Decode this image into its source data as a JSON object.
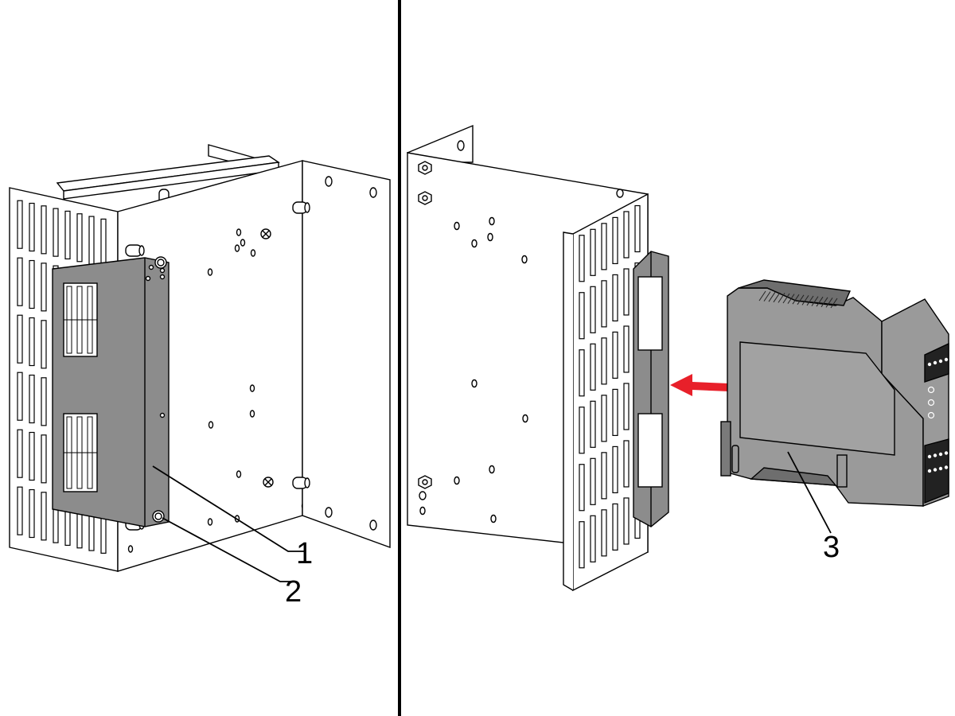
{
  "figure": {
    "panels": [
      "left-assembled-view",
      "right-mounting-view"
    ],
    "callouts": [
      {
        "id": "1",
        "label": "1"
      },
      {
        "id": "2",
        "label": "2"
      },
      {
        "id": "3",
        "label": "3"
      }
    ],
    "colors": {
      "outline": "#000000",
      "sheet_metal": "#ffffff",
      "bracket_gray": "#8c8c8c",
      "module_gray": "#9a9a9a",
      "module_dark": "#6e6e6e",
      "arrow_red": "#e8202a"
    },
    "arrow_direction": "left"
  }
}
